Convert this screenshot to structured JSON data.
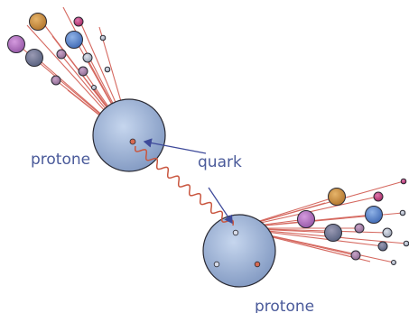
{
  "labels": {
    "proton_top": "protone",
    "proton_bottom": "protone",
    "quark": "quark"
  },
  "colors": {
    "proton_fill_light": "#c6d6ee",
    "proton_fill_dark": "#7d95bf",
    "outline": "#2a2a33",
    "jet_line": "#d5685f",
    "gluon_wave": "#c9563f",
    "arrow": "#3e4a9a",
    "label_text": "#4a5a9a",
    "quark_dot": "#d66a52",
    "quark_dot_light": "#d6dbe8"
  }
}
